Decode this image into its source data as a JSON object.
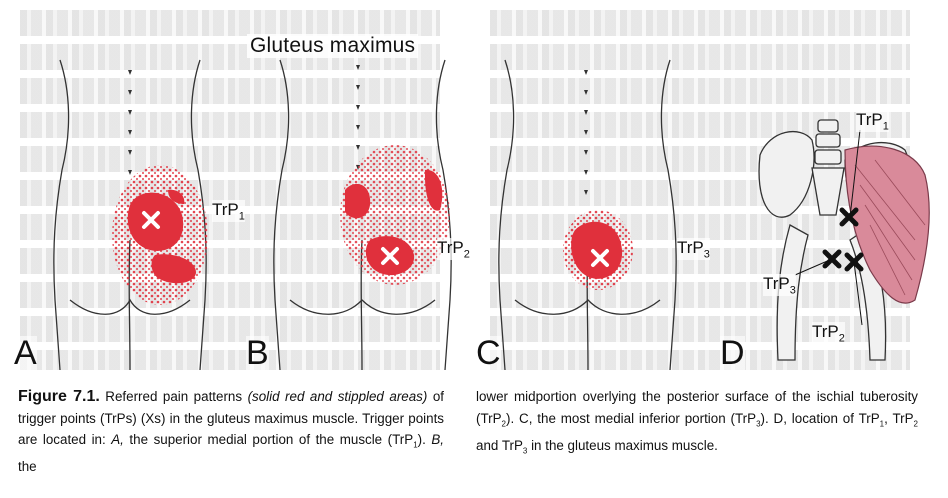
{
  "figure": {
    "title": "Gluteus maximus",
    "panels": [
      {
        "letter": "A",
        "label_main": "TrP",
        "label_sub": "1"
      },
      {
        "letter": "B",
        "label_main": "TrP",
        "label_sub": "2"
      },
      {
        "letter": "C",
        "label_main": "TrP",
        "label_sub": "3"
      },
      {
        "letter": "D",
        "labels": [
          {
            "main": "TrP",
            "sub": "1"
          },
          {
            "main": "TrP",
            "sub": "3"
          },
          {
            "main": "TrP",
            "sub": "2"
          }
        ]
      }
    ]
  },
  "caption": {
    "figure_number": "Figure 7.1.",
    "left_part1": " Referred pain patterns ",
    "left_italic1": "(solid red and stippled areas)",
    "left_part2": " of trigger points (TrPs) (Xs) in the gluteus maximus muscle. Trigger points are located in: ",
    "left_italic2": "A,",
    "left_part3": " the superior medial portion of the muscle (TrP",
    "left_sub1": "1",
    "left_part4": "). ",
    "left_italic3": "B,",
    "left_part5": " the",
    "right_part1": "lower midportion overlying the posterior surface of the ischial tuberosity (TrP",
    "right_sub1": "2",
    "right_part2": "). C, the most medial inferior portion (TrP",
    "right_sub2": "3",
    "right_part3": "). D, location of TrP",
    "right_sub3": "1",
    "right_part4": ", TrP",
    "right_sub4": "2",
    "right_part5": " and TrP",
    "right_sub5": "3",
    "right_part6": " in the gluteus maximus muscle."
  },
  "colors": {
    "red": "#e0303c",
    "muscle": "#d98a9a",
    "ink": "#111111"
  }
}
